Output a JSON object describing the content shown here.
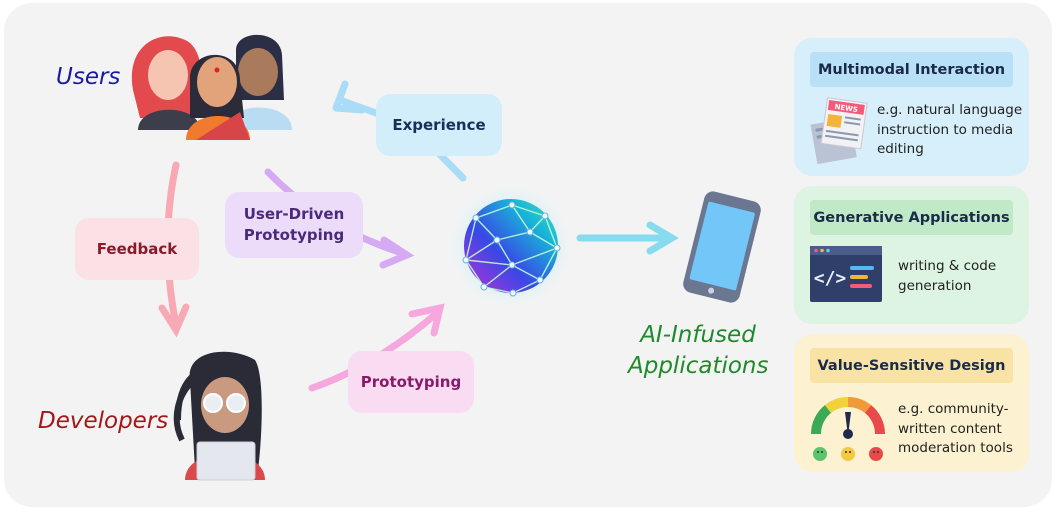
{
  "labels": {
    "users": "Users",
    "developers": "Developers",
    "ai_apps_line1": "AI-Infused",
    "ai_apps_line2": "Applications"
  },
  "flows": {
    "experience": "Experience",
    "feedback": "Feedback",
    "user_driven_line1": "User-Driven",
    "user_driven_line2": "Prototyping",
    "prototyping": "Prototyping"
  },
  "cards": [
    {
      "title": "Multimodal Interaction",
      "desc_lines": [
        "e.g. natural language",
        "instruction to media",
        "editing"
      ],
      "icon": "newspaper-icon",
      "icon_text": "NEWS"
    },
    {
      "title": "Generative Applications",
      "desc_lines": [
        "writing & code",
        "generation"
      ],
      "icon": "code-window-icon",
      "icon_text": "</>"
    },
    {
      "title": "Value-Sensitive Design",
      "desc_lines": [
        "e.g. community-",
        "written content",
        "moderation tools"
      ],
      "icon": "gauge-icon"
    }
  ],
  "colors": {
    "users": "#1a1aa0",
    "developers": "#a01818",
    "ai_apps": "#1e8a2a",
    "experience_bg": "#d2eefb",
    "feedback_bg": "#fbe0e6",
    "user_driven_bg": "#ecdcf9",
    "prototyping_bg": "#f9dcf1",
    "card1_bg": "#d7eefb",
    "card2_bg": "#dcf4e1",
    "card3_bg": "#fcf2d2"
  }
}
